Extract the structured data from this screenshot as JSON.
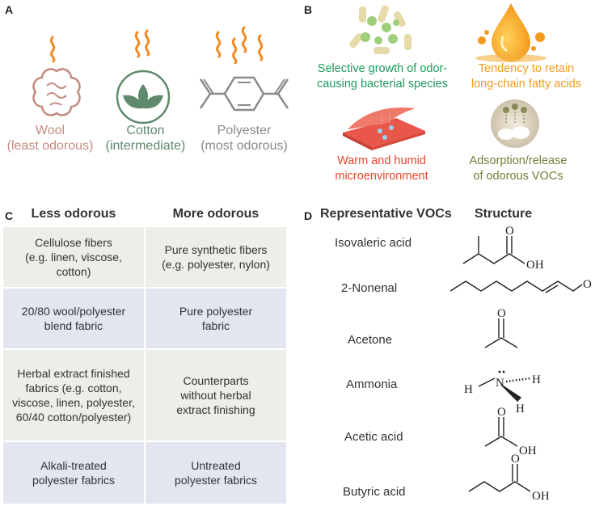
{
  "panels": {
    "a": "A",
    "b": "B",
    "c": "C",
    "d": "D"
  },
  "panel_a": {
    "wool": {
      "name": "Wool",
      "note": "(least odorous)",
      "color": "#c48b7f"
    },
    "cotton": {
      "name": "Cotton",
      "note": "(intermediate)",
      "color": "#5f8a6b"
    },
    "polyester": {
      "name": "Polyester",
      "note": "(most odorous)",
      "color": "#8a8a8a"
    },
    "flame_color": "#f08a24"
  },
  "panel_b": {
    "bacteria": {
      "line1": "Selective growth of odor-",
      "line2": "causing bacterial species",
      "color": "#1e9a5a"
    },
    "fatty_acids": {
      "line1": "Tendency to retain",
      "line2": "long-chain fatty acids",
      "color": "#f39a1d"
    },
    "microenv": {
      "line1": "Warm and humid",
      "line2": "microenvironment",
      "color": "#e8472a"
    },
    "adsorption": {
      "line1": "Adsorption/release",
      "line2": "of odorous VOCs",
      "color": "#7a7a3a"
    }
  },
  "panel_c": {
    "headers": [
      "Less odorous",
      "More odorous"
    ],
    "rows": [
      {
        "less": [
          "Cellulose fibers",
          "(e.g. linen, viscose,",
          "cotton)"
        ],
        "more": [
          "Pure synthetic fibers",
          "(e.g. polyester, nylon)"
        ]
      },
      {
        "less": [
          "20/80 wool/polyester",
          "blend fabric"
        ],
        "more": [
          "Pure polyester",
          "fabric"
        ]
      },
      {
        "less": [
          "Herbal extract finished",
          "fabrics (e.g. cotton,",
          "viscose, linen, polyester,",
          "60/40 cotton/polyester)"
        ],
        "more": [
          "Counterparts",
          "without herbal",
          "extract finishing"
        ]
      },
      {
        "less": [
          "Alkali-treated",
          "polyester fabrics"
        ],
        "more": [
          "Untreated",
          "polyester fabrics"
        ]
      }
    ],
    "colors": {
      "green_row": "#eceee8",
      "blue_row": "#e3e5f1"
    }
  },
  "panel_d": {
    "headers": [
      "Representative VOCs",
      "Structure"
    ],
    "vocs": [
      "Isovaleric acid",
      "2-Nonenal",
      "Acetone",
      "Ammonia",
      "Acetic acid",
      "Butyric acid"
    ],
    "atom_labels": {
      "o": "O",
      "oh": "OH",
      "n": "N",
      "h": "H"
    }
  }
}
